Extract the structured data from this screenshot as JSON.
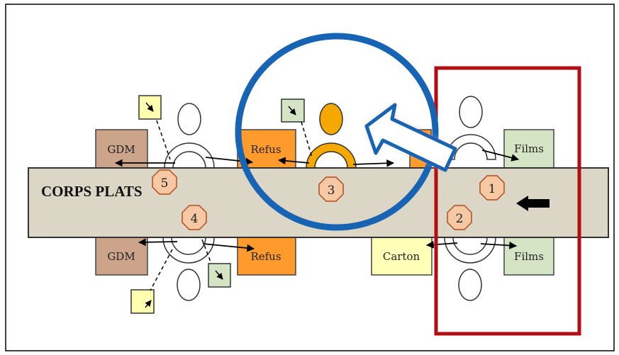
{
  "diagram": {
    "conveyor_label": "CORPS PLATS",
    "boxes": {
      "gdm_top": "GDM",
      "refus_top": "Refus",
      "films_top": "Films",
      "gdm_bottom": "GDM",
      "refus_bottom": "Refus",
      "carton": "Carton",
      "films_bottom": "Films"
    },
    "stations": {
      "s1": "1",
      "s2": "2",
      "s3": "3",
      "s4": "4",
      "s5": "5"
    }
  },
  "colors": {
    "frame_border": "#000000",
    "conveyor_fill": "#dcd6c6",
    "gdm_fill": "#cba489",
    "refus_fill": "#ff9a2c",
    "films_fill": "#d6e4c6",
    "carton_fill": "#ffffb8",
    "worker_highlight": "#f5a800",
    "badge_fill": "#f7c8a4",
    "badge_stroke": "#b24c1c",
    "circle_highlight": "#1764b4",
    "red_zone": "#b20d13",
    "arrow_fill": "#ffffff",
    "arrow_stroke": "#1764b4"
  },
  "icons": {
    "flow_arrow": "black-left-arrow-icon",
    "focus_arrow": "hollow-arrow-icon",
    "workstation_marker": "small-square-icon"
  }
}
